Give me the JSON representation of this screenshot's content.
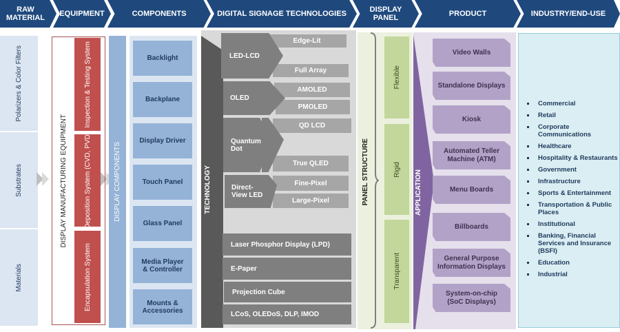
{
  "header": {
    "stages": [
      {
        "label": "RAW\nMATERIAL"
      },
      {
        "label": "EQUIPMENT"
      },
      {
        "label": "COMPONENTS"
      },
      {
        "label": "DIGITAL SIGNAGE TECHNOLOGIES"
      },
      {
        "label": "DISPLAY\nPANEL"
      },
      {
        "label": "PRODUCT"
      },
      {
        "label": "INDUSTRY/END-USE"
      }
    ]
  },
  "colors": {
    "header": "#1f497d",
    "raw": "#dce6f2",
    "equipment": "#c0504d",
    "components": "#95b3d7",
    "technology_dark": "#595959",
    "technology_main": "#7f7f7f",
    "technology_sub": "#a6a6a6",
    "panel": "#c3d69b",
    "application": "#8064a2",
    "product": "#b3a2c7",
    "industry": "#daeef3"
  },
  "raw_material": {
    "items": [
      "Polarizers & Color Filters",
      "Substrates",
      "Materials"
    ]
  },
  "equipment": {
    "title": "DISPLAY MANUFACTURING EQUIPMENT",
    "items": [
      "Inspection & Testing System",
      "Deposition System (CVD, PVD)",
      "Encapsulation System"
    ]
  },
  "components": {
    "title": "DISPLAY COMPONENTS",
    "items": [
      "Backlight",
      "Backplane",
      "Display Driver",
      "Touch Panel",
      "Glass Panel",
      "Media Player & Controller",
      "Mounts & Accessories"
    ]
  },
  "technology": {
    "title": "TECHNOLOGY",
    "groups": [
      {
        "name": "LED-LCD",
        "subs": [
          "Edge-Lit",
          "Full Array"
        ]
      },
      {
        "name": "OLED",
        "subs": [
          "AMOLED",
          "PMOLED"
        ]
      },
      {
        "name": "Quantum Dot",
        "subs": [
          "QD LCD",
          "True QLED"
        ]
      },
      {
        "name": "Direct-View LED",
        "subs": [
          "Fine-Pixel",
          "Large-Pixel"
        ]
      }
    ],
    "others": [
      "Laser Phosphor Display (LPD)",
      "E-Paper",
      "Projection Cube",
      "LCoS, OLEDoS, DLP, IMOD"
    ]
  },
  "display_panel": {
    "title": "PANEL STRUCTURE",
    "items": [
      "Flexible",
      "Rigid",
      "Transparent"
    ]
  },
  "product": {
    "title": "APPLICATION",
    "items": [
      "Video Walls",
      "Standalone Displays",
      "Kiosk",
      "Automated Teller Machine (ATM)",
      "Menu Boards",
      "Billboards",
      "General Purpose Information Displays",
      "System-on-chip (SoC Displays)"
    ]
  },
  "industry": {
    "items": [
      "Commercial",
      "Retail",
      "Corporate Communications",
      "Healthcare",
      "Hospitality & Restaurants",
      "Government",
      "Infrastructure",
      "Sports & Entertainment",
      "Transportation & Public Places",
      "Institutional",
      "Banking, Financial Services and Insurance (BSFI)",
      "Education",
      "Industrial"
    ]
  }
}
